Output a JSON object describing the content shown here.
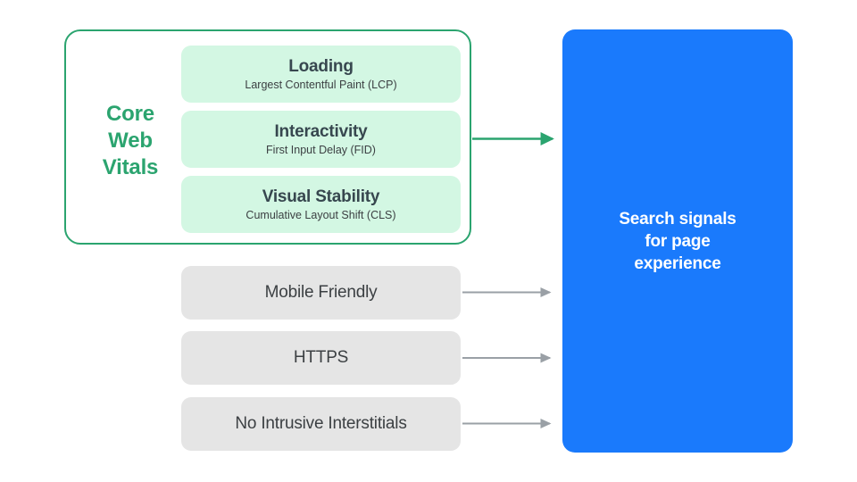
{
  "diagram": {
    "title": "Search signals for page experience",
    "colors": {
      "green_accent": "#2ba46f",
      "green_card": "#d3f7e3",
      "gray_card": "#e5e5e5",
      "blue_box": "#1a7afc",
      "arrow_gray": "#9aa0a6",
      "text_dark": "#3c4043",
      "text_white": "#ffffff"
    },
    "core_web_vitals": {
      "label": "Core\nWeb\nVitals",
      "label_line1": "Core",
      "label_line2": "Web",
      "label_line3": "Vitals",
      "items": [
        {
          "title": "Loading",
          "subtitle": "Largest Contentful Paint (LCP)"
        },
        {
          "title": "Interactivity",
          "subtitle": "First Input Delay (FID)"
        },
        {
          "title": "Visual Stability",
          "subtitle": "Cumulative Layout Shift (CLS)"
        }
      ]
    },
    "other_signals": [
      {
        "label": "Mobile Friendly"
      },
      {
        "label": "HTTPS"
      },
      {
        "label": "No Intrusive Interstitials"
      }
    ],
    "destination": {
      "text": "Search signals\nfor page\nexperience"
    },
    "arrows": [
      {
        "name": "arrow-core-web-vitals",
        "color": "#2ba46f"
      },
      {
        "name": "arrow-mobile-friendly",
        "color": "#9aa0a6"
      },
      {
        "name": "arrow-https",
        "color": "#9aa0a6"
      },
      {
        "name": "arrow-no-intrusive-interstitials",
        "color": "#9aa0a6"
      }
    ]
  }
}
